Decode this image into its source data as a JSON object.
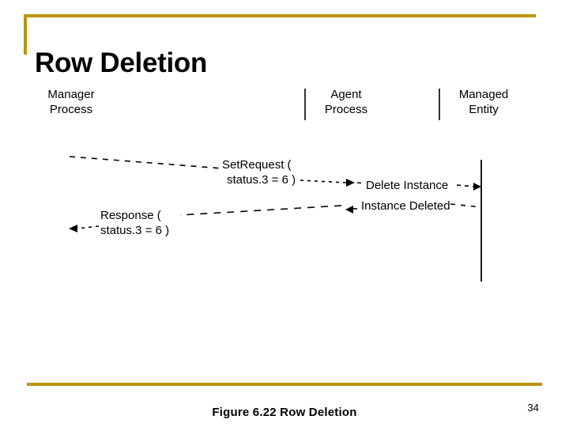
{
  "slide": {
    "title": "Row Deletion",
    "page_number": "34",
    "accent_color": "#B8960E",
    "background_color": "#FFFFFF",
    "text_color": "#000000"
  },
  "diagram": {
    "type": "sequence-diagram",
    "caption": "Figure 6.22 Row Deletion",
    "columns": [
      {
        "id": "manager",
        "line1": "Manager",
        "line2": "Process"
      },
      {
        "id": "agent",
        "line1": "Agent",
        "line2": "Process"
      },
      {
        "id": "entity",
        "line1": "Managed",
        "line2": "Entity"
      }
    ],
    "messages": [
      {
        "id": "setrequest",
        "line1": "SetRequest (",
        "line2": "status.3 = 6 )",
        "from": "manager",
        "to": "agent",
        "direction": "right",
        "style": "dashed"
      },
      {
        "id": "delete-instance",
        "label": "Delete Instance",
        "from": "agent",
        "to": "entity",
        "direction": "right",
        "style": "dashed"
      },
      {
        "id": "instance-deleted",
        "label": "Instance Deleted",
        "from": "entity",
        "to": "agent",
        "direction": "left",
        "style": "dashed"
      },
      {
        "id": "response",
        "line1": "Response (",
        "line2": "status.3 = 6 )",
        "from": "agent",
        "to": "manager",
        "direction": "left",
        "style": "dashed"
      }
    ]
  }
}
